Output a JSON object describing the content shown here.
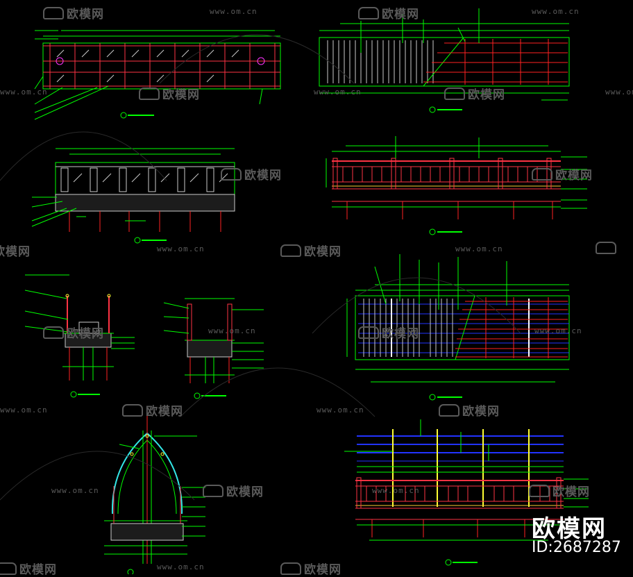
{
  "watermark": {
    "brand_text": "欧模网",
    "url_text": "www.om.cn"
  },
  "badge": {
    "brand": "欧模网",
    "id_label": "ID:2687287"
  },
  "colors": {
    "background": "#000000",
    "outline": "#00ff00",
    "rail": "#ff3344",
    "beam": "#ff2222",
    "deck": "#2233ff",
    "highlight": "#ffff33",
    "cyan": "#33e6e6",
    "text": "#cccccc",
    "watermark": "#5a5a5a"
  }
}
